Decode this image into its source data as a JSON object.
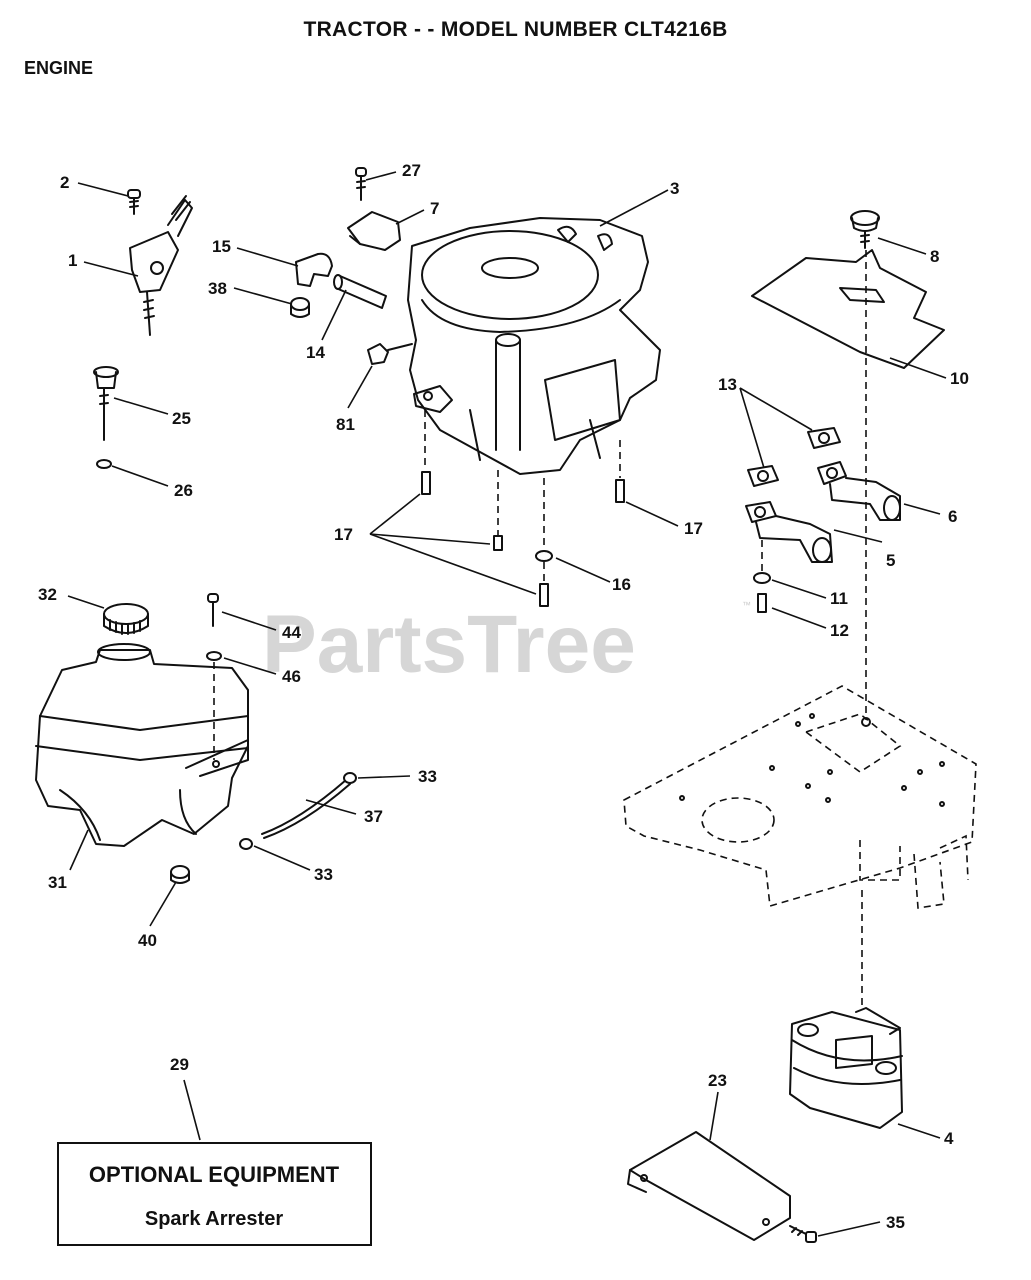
{
  "header": {
    "title": "TRACTOR - - MODEL NUMBER CLT4216B",
    "section": "ENGINE"
  },
  "watermark": "PartsTree",
  "optional_box": {
    "heading": "OPTIONAL EQUIPMENT",
    "item": "Spark Arrester"
  },
  "callouts": {
    "c1": "1",
    "c2": "2",
    "c3": "3",
    "c4": "4",
    "c5": "5",
    "c6": "6",
    "c7": "7",
    "c8": "8",
    "c10": "10",
    "c11": "11",
    "c12": "12",
    "c13": "13",
    "c14": "14",
    "c15": "15",
    "c16": "16",
    "c17a": "17",
    "c17b": "17",
    "c23": "23",
    "c25": "25",
    "c26": "26",
    "c27": "27",
    "c29": "29",
    "c31": "31",
    "c32": "32",
    "c33a": "33",
    "c33b": "33",
    "c35": "35",
    "c37": "37",
    "c38": "38",
    "c40": "40",
    "c44": "44",
    "c46": "46",
    "c81": "81"
  }
}
